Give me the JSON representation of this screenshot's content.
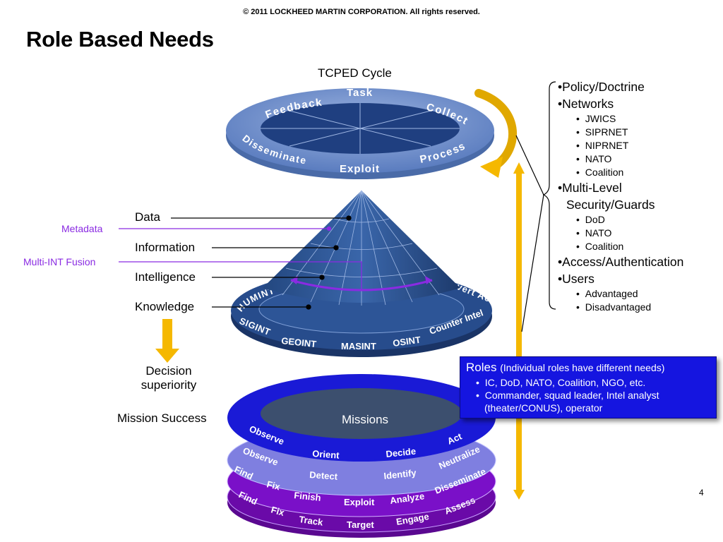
{
  "header": {
    "copyright": "© 2011 LOCKHEED MARTIN CORPORATION. All rights reserved.",
    "title": "Role Based Needs"
  },
  "tcped": {
    "caption": "TCPED Cycle",
    "segments": [
      "Task",
      "Collect",
      "Process",
      "Exploit",
      "Disseminate",
      "Feedback"
    ]
  },
  "pyramid": {
    "levels": [
      "Data",
      "Information",
      "Intelligence",
      "Knowledge"
    ],
    "side_labels": [
      "Metadata",
      "Multi-INT Fusion"
    ],
    "int_sources": [
      "HUMINT",
      "SIGINT",
      "GEOINT",
      "MASINT",
      "OSINT",
      "Counter Intel",
      "Covert Action"
    ]
  },
  "outcomes": {
    "decision": "Decision superiority",
    "mission": "Mission Success"
  },
  "cycles": {
    "title": "Decision Cycle",
    "center": "Missions",
    "rings": [
      [
        "Observe",
        "Orient",
        "Decide",
        "Act"
      ],
      [
        "Observe",
        "Detect",
        "Identify",
        "Neutralize"
      ],
      [
        "Find",
        "Fix",
        "Finish",
        "Exploit",
        "Analyze",
        "Disseminate"
      ],
      [
        "Find",
        "Fix",
        "Track",
        "Target",
        "Engage",
        "Assess"
      ]
    ],
    "colors": [
      "#1a1ad6",
      "#7f7fe0",
      "#7a10c8",
      "#6a0aa8"
    ]
  },
  "needs": {
    "items": [
      {
        "text": "Policy/Doctrine",
        "sub": []
      },
      {
        "text": "Networks",
        "sub": [
          "JWICS",
          "SIPRNET",
          "NIPRNET",
          "NATO",
          "Coalition"
        ]
      },
      {
        "text": "Multi-Level",
        "cont": "Security/Guards",
        "sub": [
          "DoD",
          "NATO",
          "Coalition"
        ]
      },
      {
        "text": "Access/Authentication",
        "sub": []
      },
      {
        "text": "Users",
        "sub": [
          "Advantaged",
          "Disadvantaged"
        ]
      }
    ]
  },
  "roles": {
    "head": "Roles",
    "head_note": "(Individual roles have different needs)",
    "bullets": [
      "IC, DoD, NATO, Coalition, NGO, etc.",
      "Commander, squad leader, Intel analyst (theater/CONUS), operator"
    ]
  },
  "page_number": "4",
  "colors": {
    "tcped_ring": "#6f8fcf",
    "tcped_center": "#1f3f80",
    "pyramid": "#2a4f8f",
    "arrow": "#f5b800",
    "accent": "#8a2be2"
  }
}
